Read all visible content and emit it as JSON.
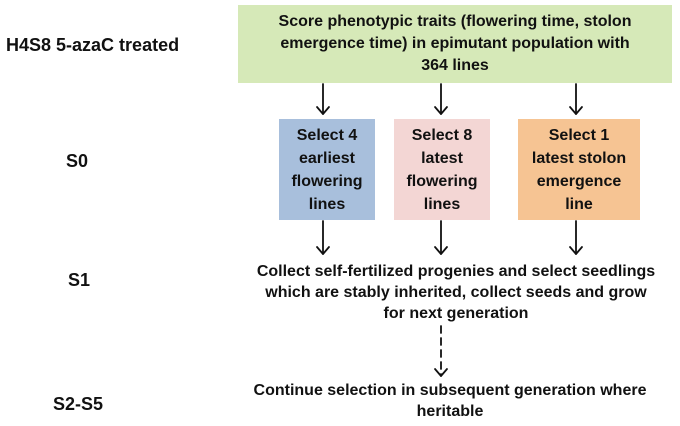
{
  "colors": {
    "top_box": "#d6e9b8",
    "select_earliest": "#a8bfdc",
    "select_latest": "#f3d6d4",
    "select_stolon": "#f6c493",
    "arrow": "#111111"
  },
  "stages": {
    "treated": "H4S8 5-azaC treated",
    "s0": "S0",
    "s1": "S1",
    "s2_s5": "S2-S5"
  },
  "top_box": {
    "line1": "Score phenotypic traits (flowering time, stolon",
    "line2": "emergence time) in epimutant population with",
    "line3": "364 lines"
  },
  "select_boxes": [
    {
      "line1": "Select 4",
      "line2": "earliest",
      "line3": "flowering",
      "line4": "lines"
    },
    {
      "line1": "Select 8",
      "line2": "latest",
      "line3": "flowering",
      "line4": "lines"
    },
    {
      "line1": "Select 1",
      "line2": "latest stolon",
      "line3": "emergence",
      "line4": "line"
    }
  ],
  "s1_text": {
    "line1": "Collect self-fertilized progenies and select seedlings",
    "line2": "which are stably inherited, collect seeds and grow",
    "line3": "for next generation"
  },
  "s2_text": {
    "line1": "Continue selection  in subsequent generation where",
    "line2": "heritable"
  }
}
